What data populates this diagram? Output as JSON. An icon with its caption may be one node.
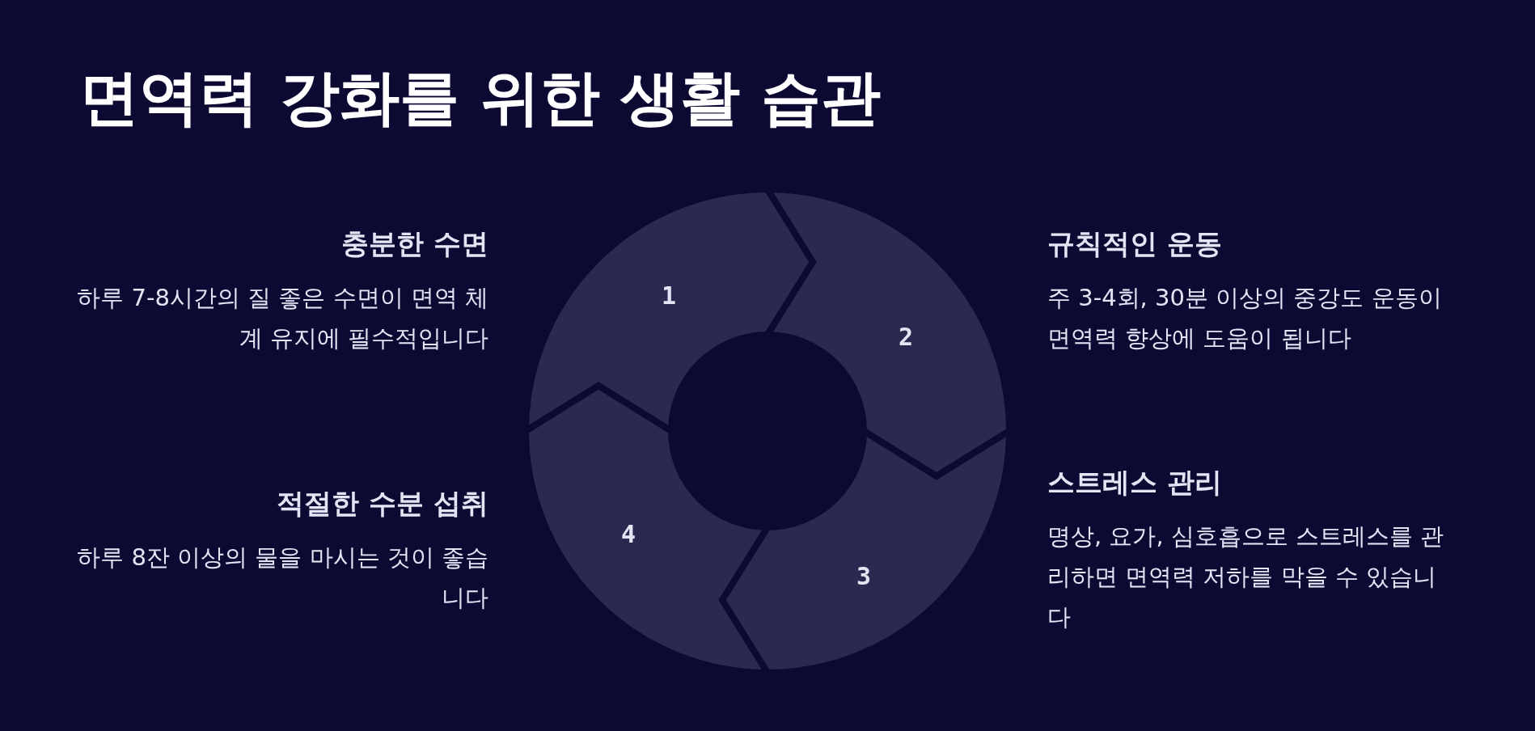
{
  "diagram": {
    "title": "면역력 강화를 위한 생활 습관",
    "nodes": [
      {
        "text": [
          "1"
        ],
        "beside": [
          "충분한 수면",
          "하루 7-8시간의 질 좋은 수면이 면역 체계 유지에 필수적입니다"
        ]
      },
      {
        "text": [
          "2"
        ],
        "beside": [
          "규칙적인 운동",
          "주 3-4회, 30분 이상의 중강도 운동이 면역력 향상에 도움이 됩니다"
        ]
      },
      {
        "text": [
          "3"
        ],
        "beside": [
          "스트레스 관리",
          "명상, 요가, 심호흡으로 스트레스를 관리하면 면역력 저하를 막을 수 있습니다"
        ]
      },
      {
        "text": [
          "4"
        ],
        "beside": [
          "적절한 수분 섭취",
          "하루 8잔 이상의 물을 마시는 것이 좋습니다"
        ]
      }
    ]
  }
}
